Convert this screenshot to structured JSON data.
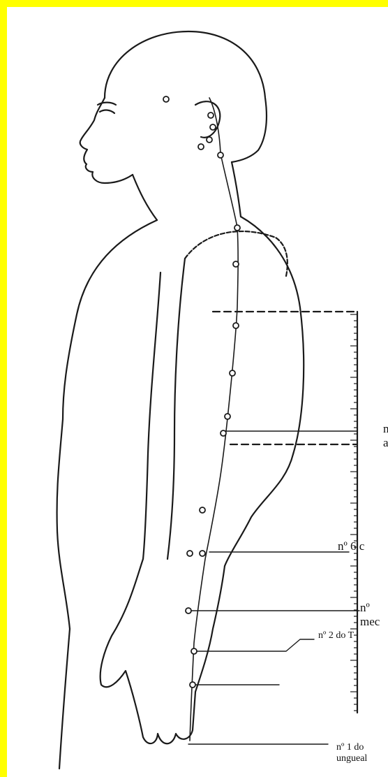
{
  "colors": {
    "frame": "#ffff00",
    "ink": "#1a1a1a",
    "paper": "#ffffff"
  },
  "captions": [
    {
      "id": "c1",
      "lines": [
        "n",
        "a"
      ]
    },
    {
      "id": "c2",
      "lines": [
        "nº 6 c"
      ]
    },
    {
      "id": "c3",
      "lines": [
        "nº",
        "mec"
      ]
    },
    {
      "id": "c4",
      "lines": [
        "nº 2 do T"
      ]
    },
    {
      "id": "c5",
      "lines": [
        "nº 1 do",
        "ungueal"
      ]
    }
  ]
}
